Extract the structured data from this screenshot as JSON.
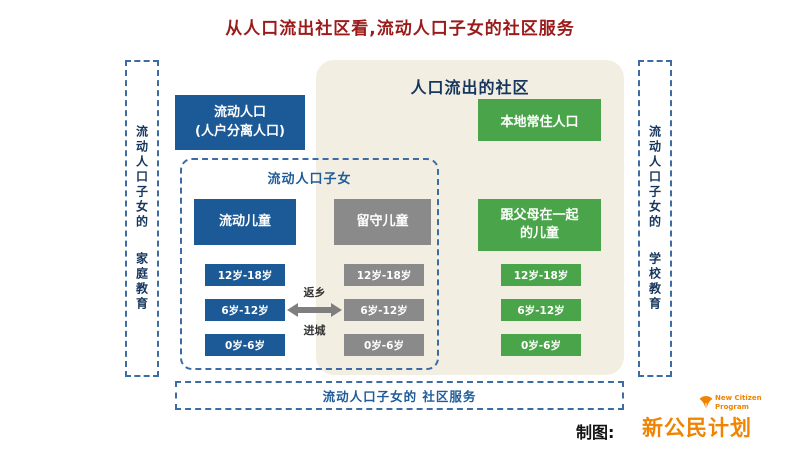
{
  "title": "从人口流出社区看,流动人口子女的社区服务",
  "side_left": {
    "line1": "流动人口子女的",
    "line2": "家庭教育"
  },
  "side_right": {
    "line1": "流动人口子女的",
    "line2": "学校教育"
  },
  "community": {
    "title": "人口流出的社区"
  },
  "boxes": {
    "migrant_population": {
      "line1": "流动人口",
      "line2": "(人户分离人口)"
    },
    "local_residents": "本地常住人口"
  },
  "children": {
    "group_label": "流动人口子女",
    "migrant_child": "流动儿童",
    "leftbehind_child": "留守儿童",
    "with_parents_line1": "跟父母在一起",
    "with_parents_line2": "的儿童",
    "ages": [
      "12岁-18岁",
      "6岁-12岁",
      "0岁-6岁"
    ],
    "arrow_up_label": "返乡",
    "arrow_down_label": "进城"
  },
  "bottom": {
    "label": "流动人口子女的 社区服务"
  },
  "credit": {
    "label": "制图:",
    "brand": "新公民计划",
    "brand_en": "New Citizen Program"
  },
  "colors": {
    "title_red": "#9b1b1b",
    "blue": "#1b5a96",
    "gray": "#8a8a8a",
    "green": "#4aa54a",
    "dashed_blue": "#3d6ca5",
    "beige": "#f2efe2",
    "brand_orange": "#f08300",
    "arrow_gray": "#7f7f7f"
  }
}
